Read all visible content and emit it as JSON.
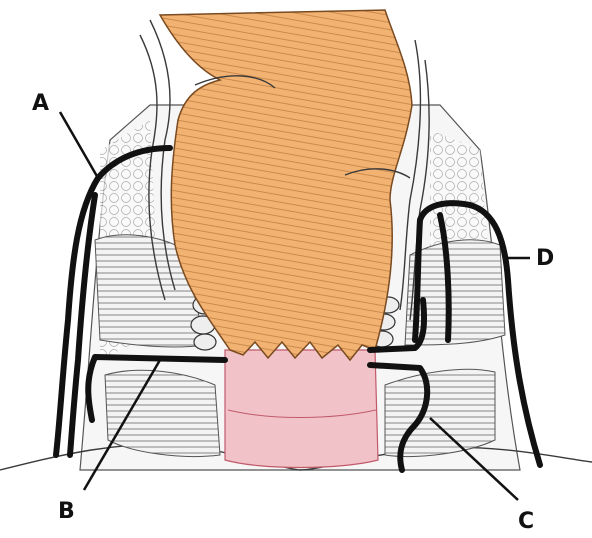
{
  "labels": {
    "a": "A",
    "b": "B",
    "c": "C",
    "d": "D"
  },
  "colors": {
    "rectum": "#f2b372",
    "anal_canal": "#f1c3c8",
    "tissue": "#f7f7f7",
    "outline": "#111111"
  }
}
